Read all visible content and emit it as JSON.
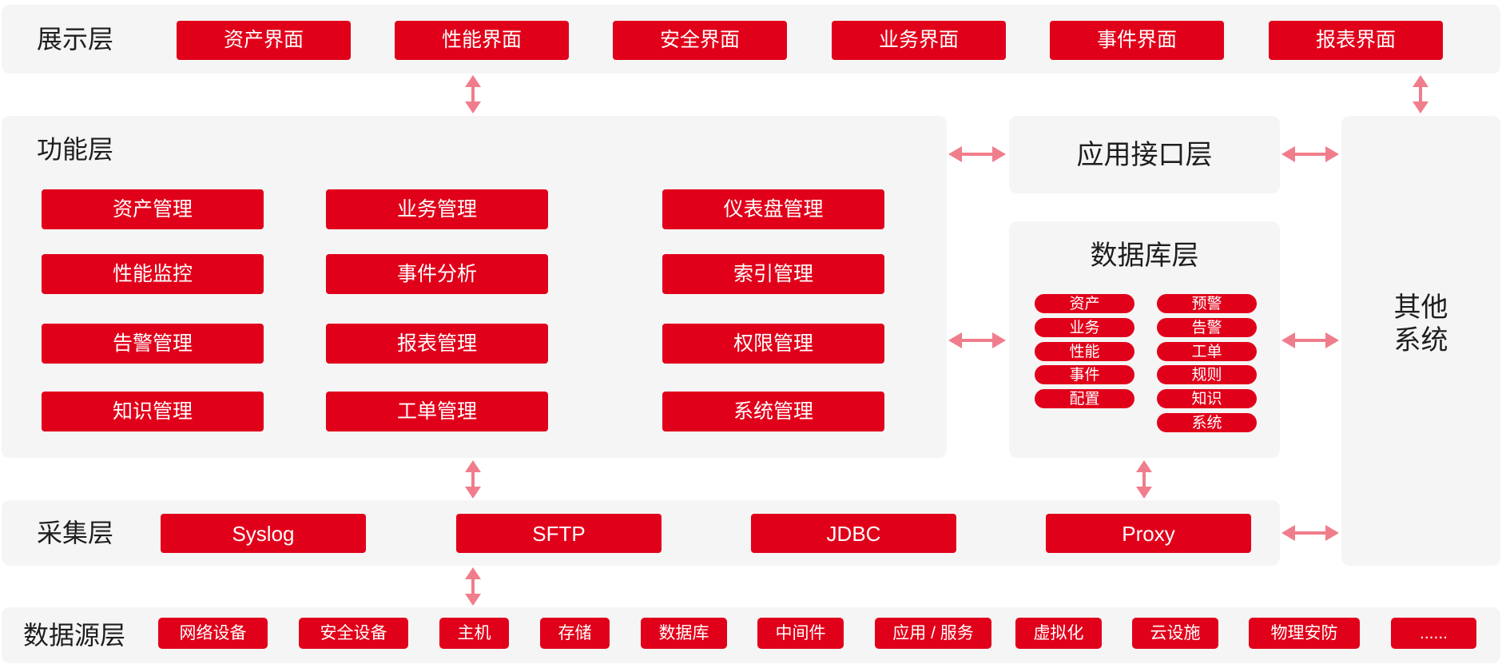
{
  "colors": {
    "accent": "#E1001A",
    "panel": "#F5F5F5",
    "arrow": "#F07D8B",
    "text": "#1E1E1E",
    "on_accent": "#FFFFFF"
  },
  "display_layer": {
    "label": "展示层",
    "items": [
      "资产界面",
      "性能界面",
      "安全界面",
      "业务界面",
      "事件界面",
      "报表界面"
    ]
  },
  "function_layer": {
    "label": "功能层",
    "rows": [
      [
        "资产管理",
        "业务管理",
        "仪表盘管理"
      ],
      [
        "性能监控",
        "事件分析",
        "索引管理"
      ],
      [
        "告警管理",
        "报表管理",
        "权限管理"
      ],
      [
        "知识管理",
        "工单管理",
        "系统管理"
      ]
    ]
  },
  "app_interface_layer": {
    "label": "应用接口层"
  },
  "database_layer": {
    "label": "数据库层",
    "columns": [
      [
        "资产",
        "业务",
        "性能",
        "事件",
        "配置"
      ],
      [
        "预警",
        "告警",
        "工单",
        "规则",
        "知识",
        "系统"
      ]
    ]
  },
  "other_systems": {
    "label": "其他系统"
  },
  "collection_layer": {
    "label": "采集层",
    "items": [
      "Syslog",
      "SFTP",
      "JDBC",
      "Proxy"
    ]
  },
  "data_source_layer": {
    "label": "数据源层",
    "items": [
      "网络设备",
      "安全设备",
      "主机",
      "存储",
      "数据库",
      "中间件",
      "应用 / 服务",
      "虚拟化",
      "云设施",
      "物理安防",
      "......"
    ]
  },
  "connector_icon": "double-arrow-icon"
}
